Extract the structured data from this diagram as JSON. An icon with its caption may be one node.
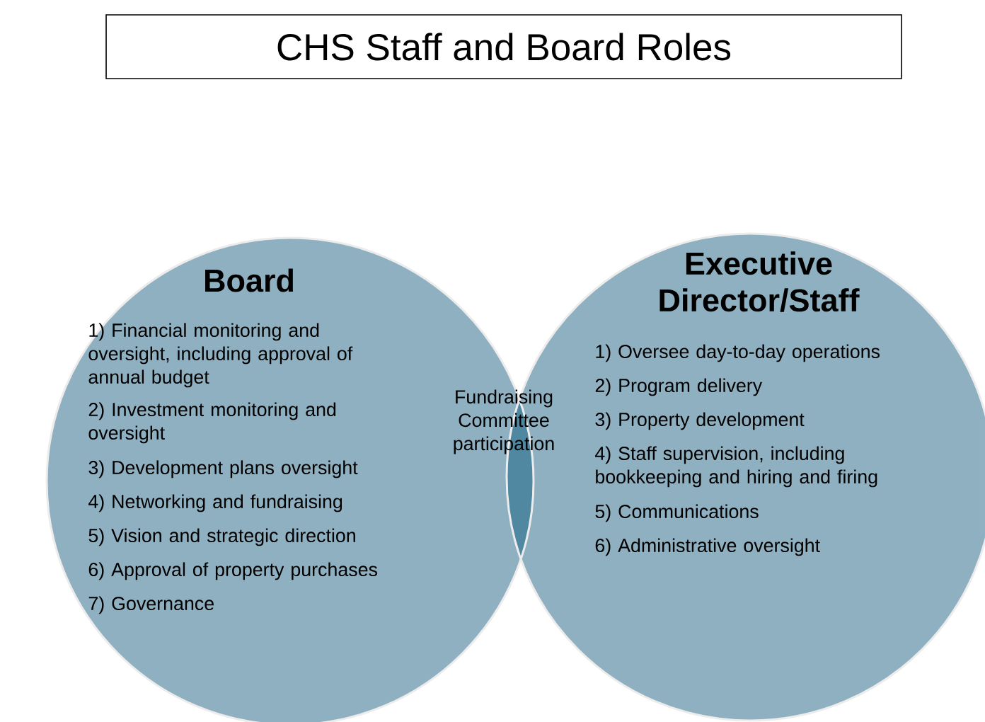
{
  "diagram": {
    "nodes": [
      {
        "text": [
          "CHS Staff and Board Roles"
        ]
      },
      {
        "text": [
          "Board",
          "1) Financial monitoring and oversight, including approval of annual budget",
          "2) Investment monitoring and oversight",
          "3) Development plans oversight",
          "4) Networking and fundraising",
          "5) Vision and strategic direction",
          "6) Approval of property purchases",
          "7) Governance"
        ]
      },
      {
        "text": [
          "Fundraising Committee participation"
        ]
      },
      {
        "text": [
          "Executive Director/Staff",
          "1) Oversee day-to-day operations",
          "2) Program delivery",
          "3) Property development",
          "4) Staff supervision, including bookkeeping and hiring and firing",
          "5) Communications",
          "6) Administrative oversight"
        ]
      }
    ],
    "edges": []
  }
}
